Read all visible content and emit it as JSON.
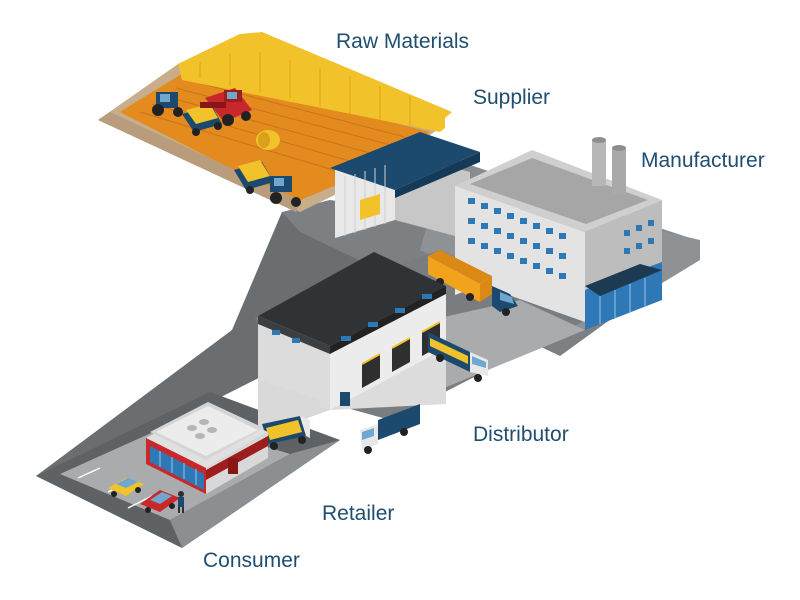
{
  "labels": {
    "raw_materials": "Raw Materials",
    "supplier": "Supplier",
    "manufacturer": "Manufacturer",
    "distributor": "Distributor",
    "retailer": "Retailer",
    "consumer": "Consumer"
  },
  "colors": {
    "label_text": "#1f4e6e",
    "road": "#6b6e70",
    "road_light": "#a9abad",
    "field": "#e38b1e",
    "wheat": "#f2c22a",
    "roof_navy": "#1c4a6e",
    "truck_orange": "#f2a31c",
    "building_grey": "#dcdcdc",
    "storefront_red": "#c8282b"
  },
  "icons": [
    "tractor-icon",
    "combine-harvester-icon",
    "hay-bale-icon",
    "truck-icon",
    "car-icon",
    "person-icon",
    "factory-icon",
    "warehouse-icon",
    "store-icon"
  ]
}
